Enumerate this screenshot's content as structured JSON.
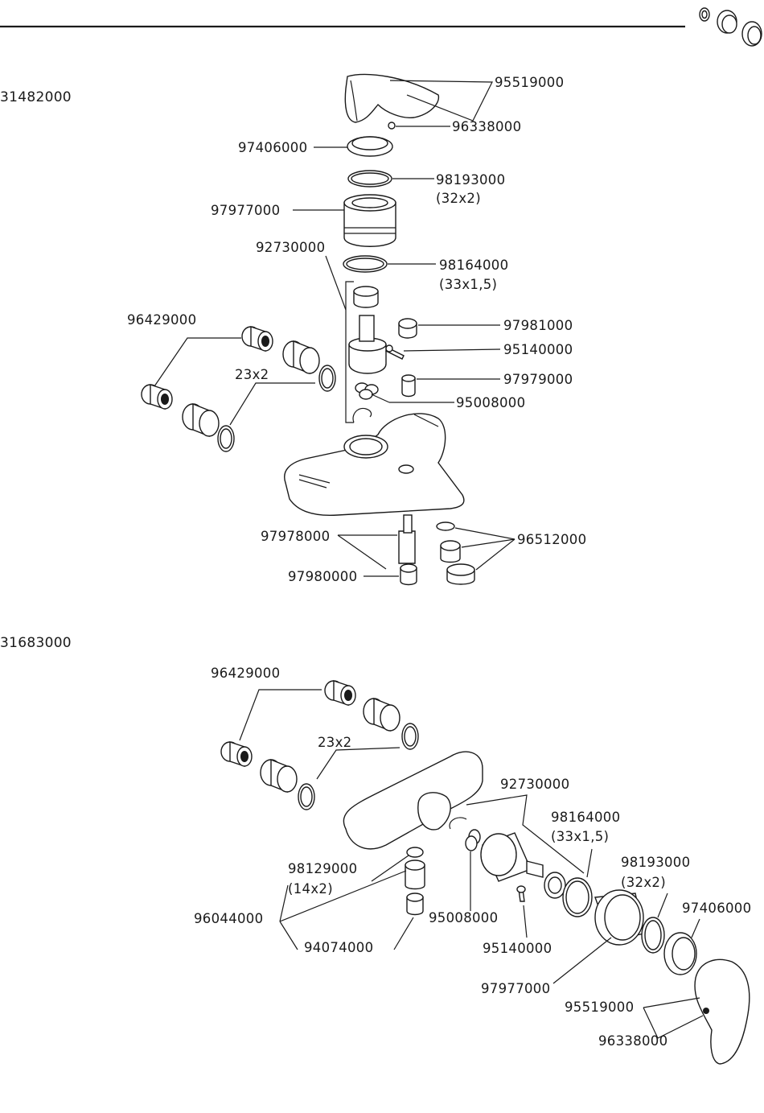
{
  "header": {
    "icon": "aerator-parts-icon"
  },
  "sections": [
    {
      "model": "31482000",
      "labels": [
        "95519000",
        "96338000",
        "97406000",
        "98193000",
        "(32x2)",
        "97977000",
        "92730000",
        "98164000",
        "(33x1,5)",
        "96429000",
        "97981000",
        "95140000",
        "23x2",
        "97979000",
        "95008000",
        "97978000",
        "96512000",
        "97980000"
      ]
    },
    {
      "model": "31683000",
      "labels": [
        "96429000",
        "23x2",
        "92730000",
        "98164000",
        "(33x1,5)",
        "98129000",
        "(14x2)",
        "98193000",
        "(32x2)",
        "97406000",
        "96044000",
        "95008000",
        "94074000",
        "95140000",
        "97977000",
        "95519000",
        "96338000"
      ]
    }
  ]
}
